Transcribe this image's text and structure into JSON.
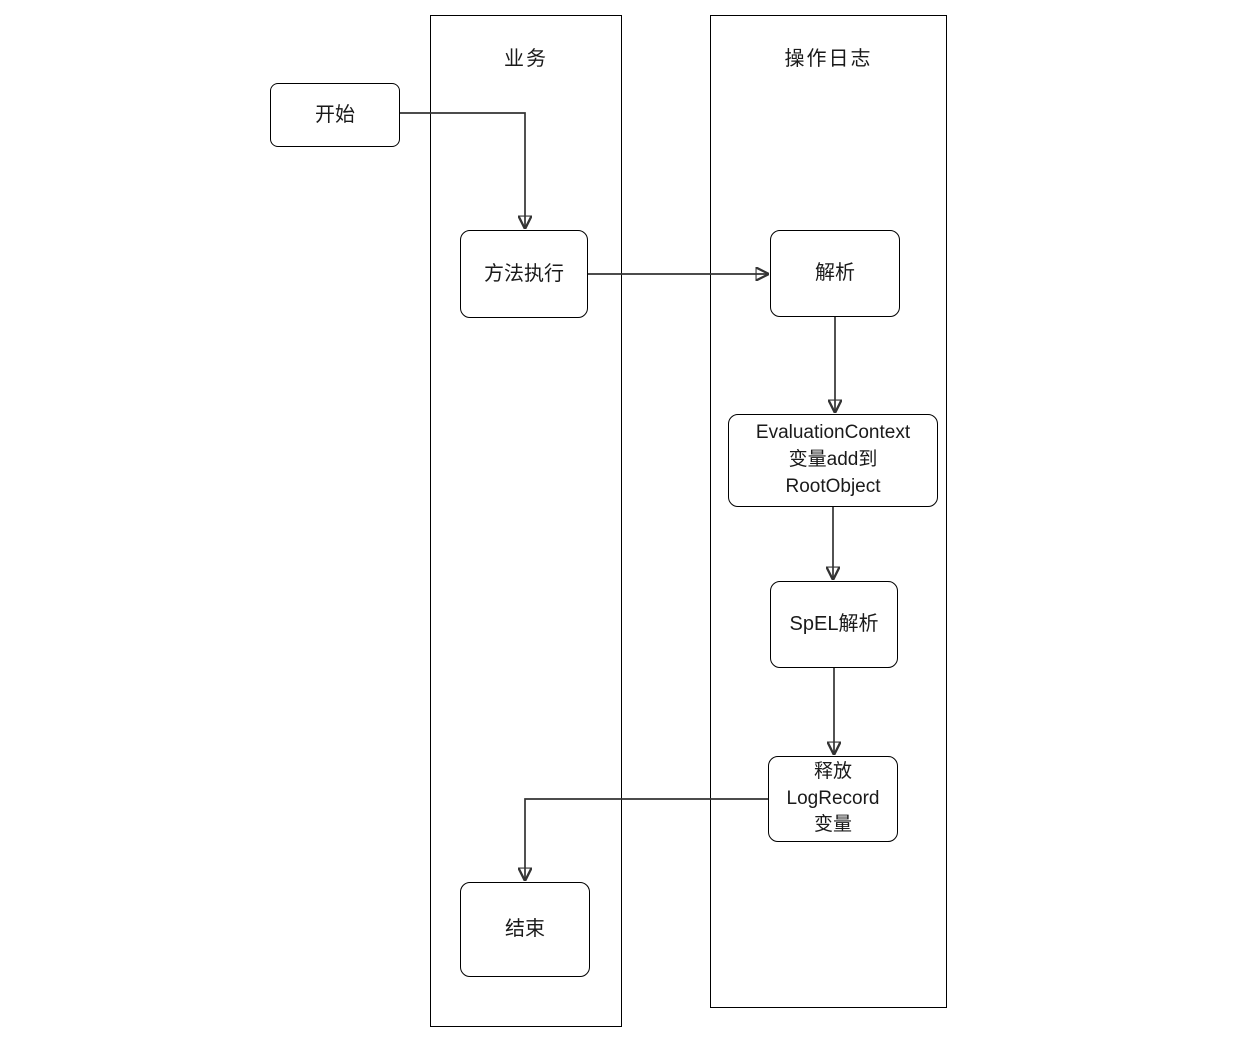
{
  "diagram": {
    "lanes": [
      {
        "id": "business",
        "label": "业务"
      },
      {
        "id": "operation_log",
        "label": "操作日志"
      }
    ],
    "nodes": {
      "start": {
        "label": "开始"
      },
      "method_exec": {
        "label": "方法执行"
      },
      "parse": {
        "label": "解析"
      },
      "eval_context": {
        "lines": [
          "EvaluationContext",
          "变量add到",
          "RootObject"
        ]
      },
      "spel_parse": {
        "label": "SpEL解析"
      },
      "release_logrecord": {
        "lines": [
          "释放",
          "LogRecord",
          "变量"
        ]
      },
      "end": {
        "label": "结束"
      }
    },
    "edges": [
      {
        "from": "start",
        "to": "method_exec"
      },
      {
        "from": "method_exec",
        "to": "parse"
      },
      {
        "from": "parse",
        "to": "eval_context"
      },
      {
        "from": "eval_context",
        "to": "spel_parse"
      },
      {
        "from": "spel_parse",
        "to": "release_logrecord"
      },
      {
        "from": "release_logrecord",
        "to": "end"
      }
    ],
    "colors": {
      "background": "#ffffff",
      "node_fill": "#ffffff",
      "node_border": "#000000",
      "lane_border": "#000000",
      "connector": "#333333",
      "text": "#1a1a1a"
    }
  }
}
